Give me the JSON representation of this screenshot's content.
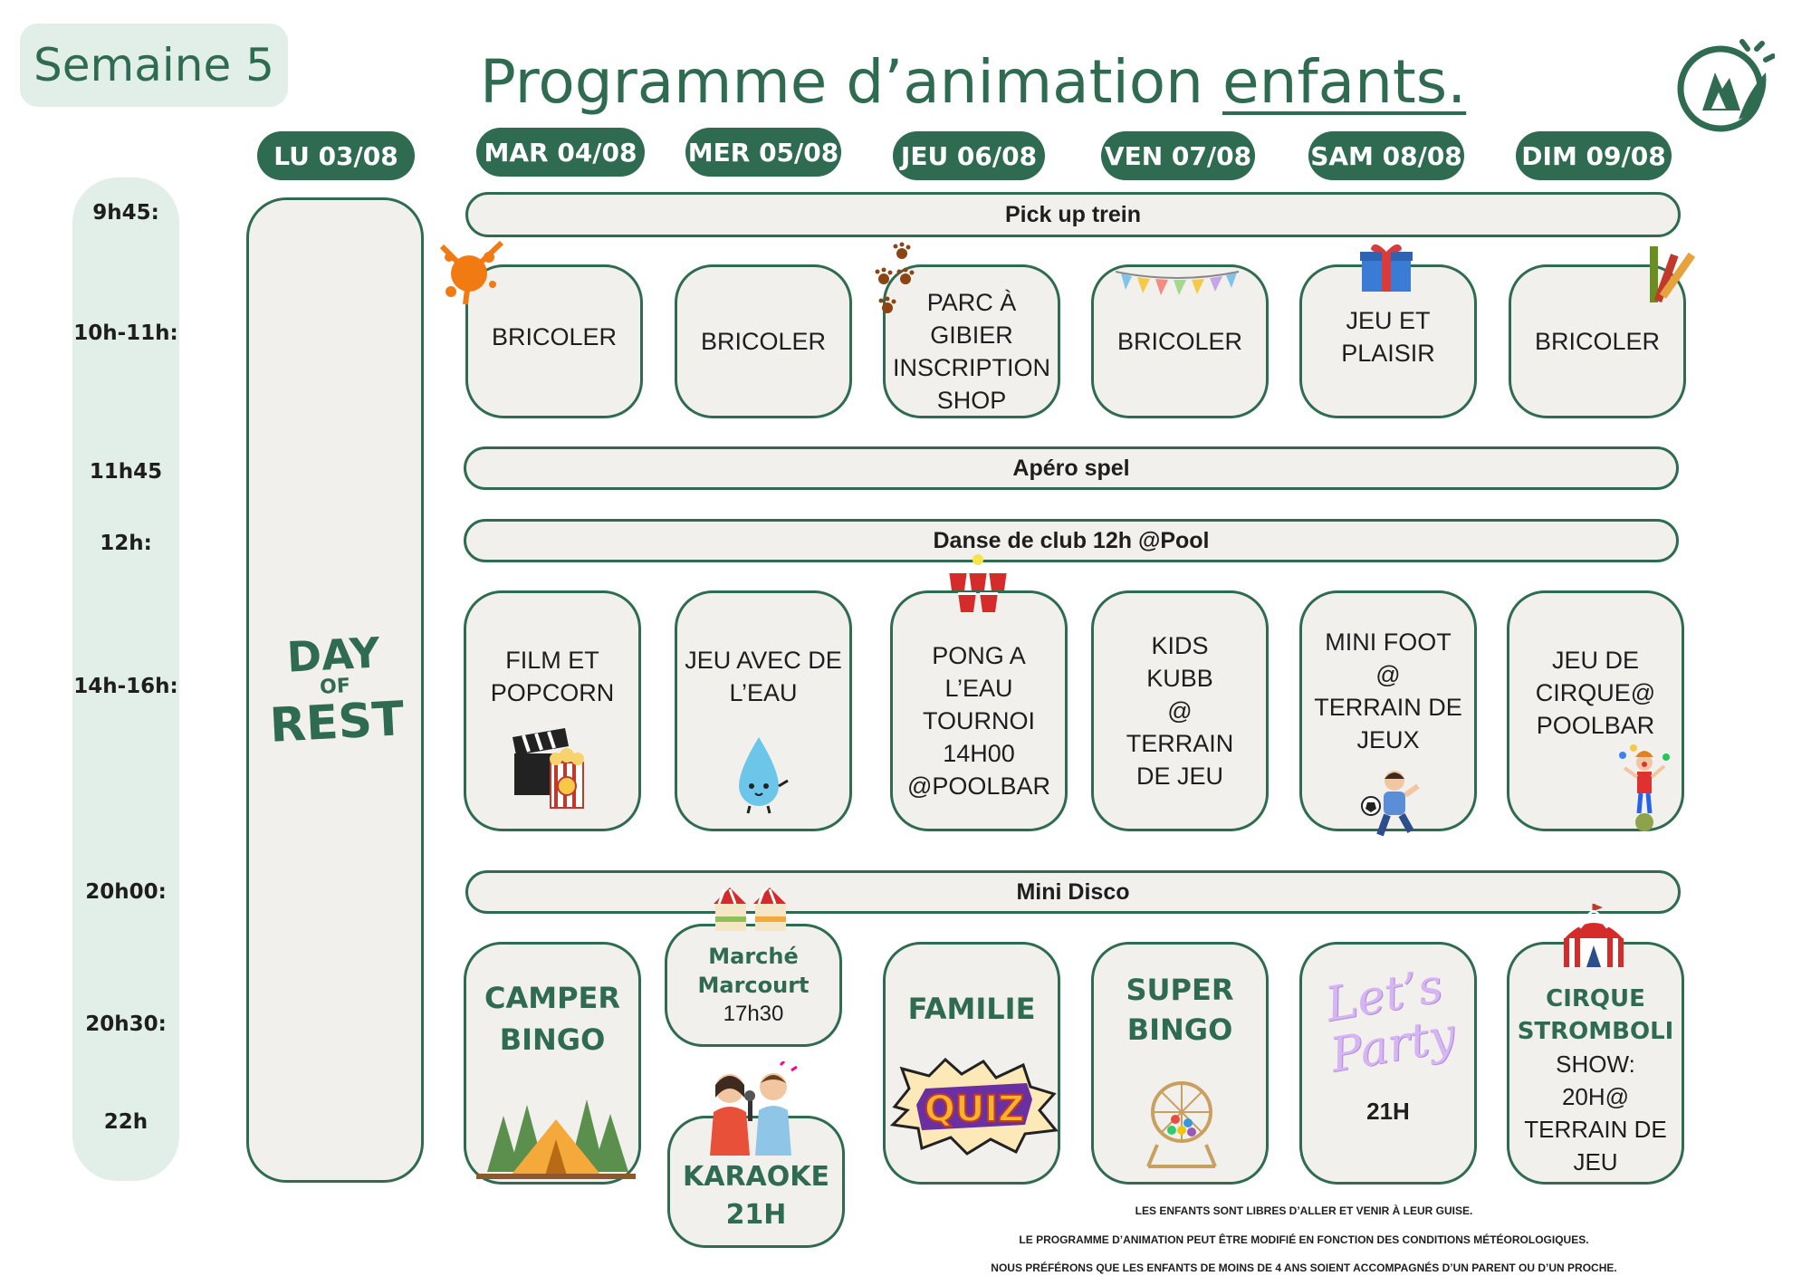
{
  "header": {
    "week": "Semaine 5",
    "title_part1": "Programme d’animation ",
    "title_part2": "enfants."
  },
  "days": [
    "LU 03/08",
    "MAR 04/08",
    "MER 05/08",
    "JEU 06/08",
    "VEN 07/08",
    "SAM 08/08",
    "DIM 09/08"
  ],
  "times": [
    "9h45:",
    "10h-11h:",
    "11h45",
    "12h:",
    "14h-16h:",
    "20h00:",
    "20h30:",
    "22h"
  ],
  "rest_day": {
    "line1": "DAY",
    "line2": "OF",
    "line3": "REST"
  },
  "bars": {
    "pickup": "Pick up trein",
    "apero": "Apéro spel",
    "danse": "Danse de club 12h @Pool",
    "disco": "Mini Disco"
  },
  "morning": [
    "BRICOLER",
    "BRICOLER",
    "PARC À\nGIBIER\nINSCRIPTION\nSHOP",
    "BRICOLER",
    "JEU ET\nPLAISIR",
    "BRICOLER"
  ],
  "afternoon": [
    "FILM ET\nPOPCORN",
    "JEU AVEC DE\nL’EAU",
    "PONG A\nL’EAU\nTOURNOI\n14H00\n@POOLBAR",
    "KIDS\nKUBB\n@\nTERRAIN\nDE JEU",
    "MINI FOOT\n@\nTERRAIN DE\nJEUX",
    "JEU DE\nCIRQUE@\nPOOLBAR"
  ],
  "evening": {
    "camper": "CAMPER\nBINGO",
    "marche_title": "Marché\nMarcourt",
    "marche_time": "17h30",
    "karaoke": "KARAOKE\n21H",
    "familie": "FAMILIE",
    "quiz": "QUIZ",
    "super_bingo": "SUPER\nBINGO",
    "lets_party": "Let’s\nParty",
    "party_time": "21H",
    "cirque_title": "CIRQUE\nSTROMBOLI",
    "cirque_detail": "SHOW:\n20H@\nTERRAIN DE\nJEU"
  },
  "footer": [
    "LES ENFANTS SONT LIBRES D’ALLER ET VENIR À LEUR GUISE.",
    "LE PROGRAMME D’ANIMATION PEUT ÊTRE MODIFIÉ EN FONCTION DES CONDITIONS MÉTÉOROLOGIQUES.",
    "NOUS PRÉFÉRONS QUE LES ENFANTS DE MOINS DE 4 ANS SOIENT ACCOMPAGNÉS D’UN PARENT OU D’UN PROCHE."
  ],
  "colors": {
    "accent": "#2e6b51",
    "card_bg": "#f2f0ec",
    "light_green": "#e2efe9"
  },
  "icons": [
    "logo-icon",
    "paint-splash-icon",
    "paw-prints-icon",
    "bunting-icon",
    "gift-icon",
    "pencils-icon",
    "clapperboard-popcorn-icon",
    "water-drop-icon",
    "beer-pong-cups-icon",
    "soccer-kid-icon",
    "clown-icon",
    "market-stalls-icon",
    "tent-icon",
    "karaoke-kids-icon",
    "bingo-cage-icon",
    "circus-tent-icon"
  ]
}
